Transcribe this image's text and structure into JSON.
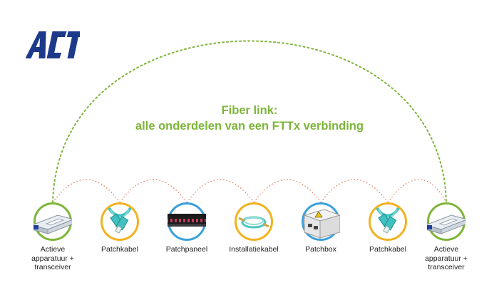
{
  "title": {
    "line1": "Fiber link:",
    "line2": "alle onderdelen van een FTTx verbinding"
  },
  "colors": {
    "green": "#7db53a",
    "yellow": "#f2b21f",
    "blue": "#3aa0dc",
    "red_dots": "#e8745a",
    "logo": "#1d3a8a"
  },
  "logo_text": "ACT",
  "nodes": [
    {
      "icon": "transceiver-icon",
      "ring": "green",
      "label": "Actieve\napparatuur +\ntransceiver"
    },
    {
      "icon": "patch-cable-icon",
      "ring": "yellow",
      "label": "Patchkabel"
    },
    {
      "icon": "patch-panel-icon",
      "ring": "blue",
      "label": "Patchpaneel"
    },
    {
      "icon": "installation-cable-icon",
      "ring": "yellow",
      "label": "Installatiekabel"
    },
    {
      "icon": "patch-box-icon",
      "ring": "blue",
      "label": "Patchbox"
    },
    {
      "icon": "patch-cable-icon",
      "ring": "yellow",
      "label": "Patchkabel"
    },
    {
      "icon": "transceiver-icon",
      "ring": "green",
      "label": "Actieve\napparatuur +\ntransceiver"
    }
  ]
}
